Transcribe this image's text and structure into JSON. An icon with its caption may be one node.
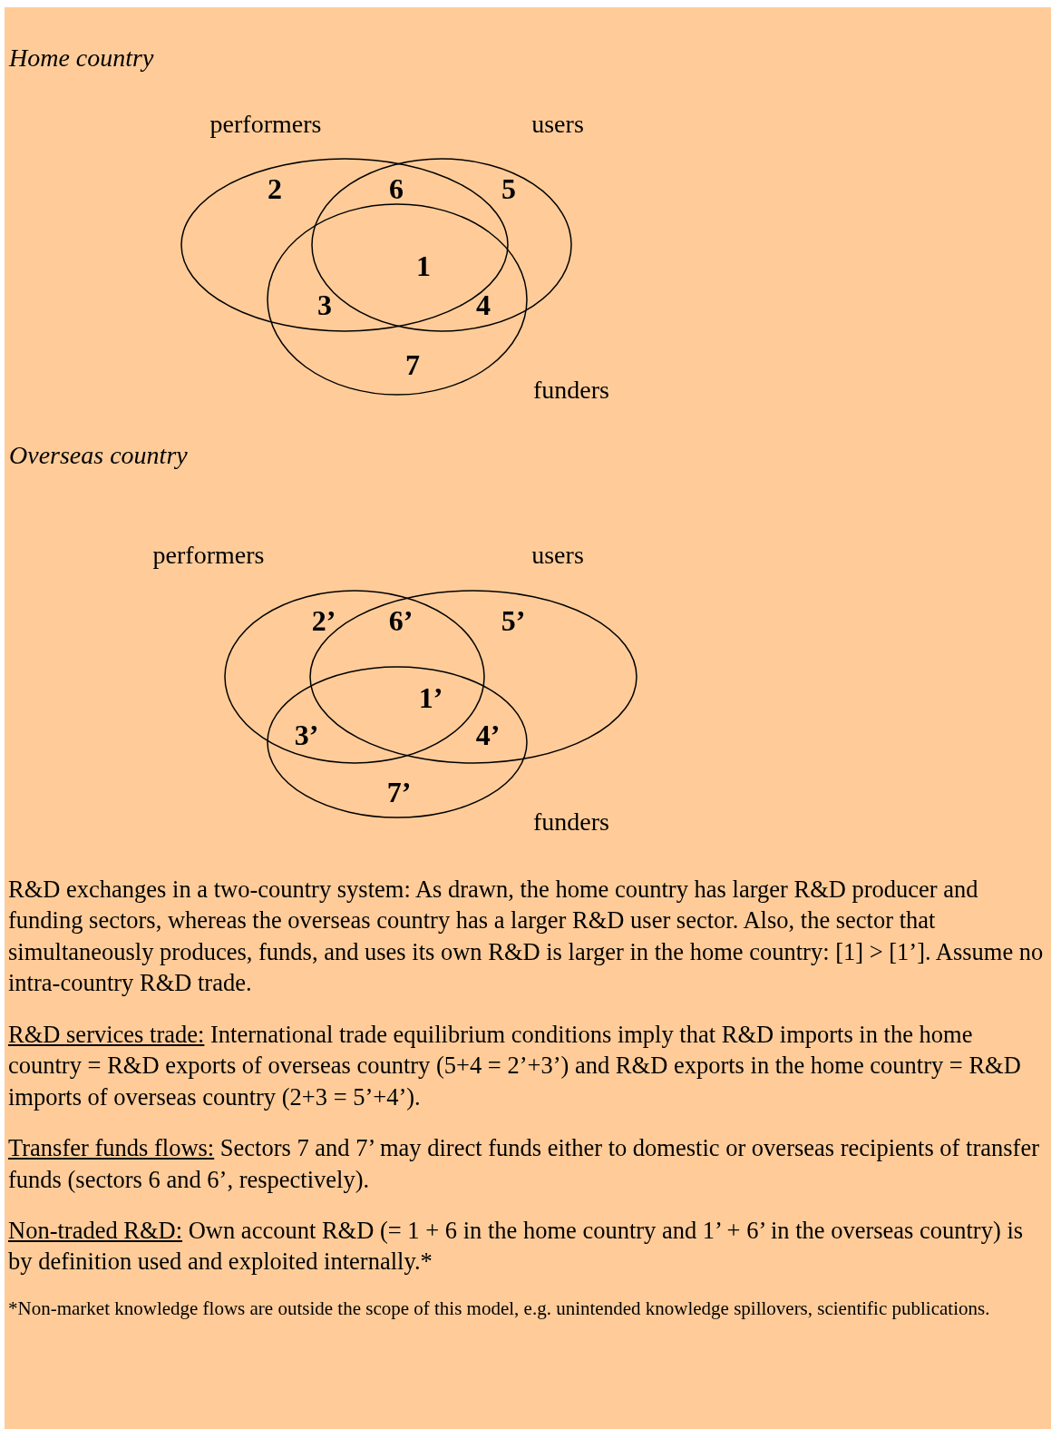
{
  "diagram": {
    "labels": [
      "Home country",
      "performers",
      "users",
      "2",
      "6",
      "5",
      "1",
      "3",
      "4",
      "7",
      "funders",
      "Overseas country",
      "performers",
      "users",
      "2’",
      "6’",
      "5’",
      "1’",
      "3’",
      "4’",
      "7’",
      "funders",
      "R&D exchanges in a two-country system: As drawn, the home country has larger R&D producer and funding sectors, whereas the overseas country has a larger R&D user sector. Also, the sector that simultaneously produces, funds, and uses its own R&D is larger in the home country: [1] > [1’]. Assume no intra-country R&D trade.",
      "R&D services trade:",
      "International trade equilibrium conditions imply that R&D imports in the home country = R&D exports of overseas country (5+4 = 2’+3’) and R&D exports in the home country = R&D imports of overseas country (2+3 = 5’+4’).",
      "Transfer funds flows:",
      "Sectors 7 and 7’ may direct funds either to domestic or overseas recipients of transfer funds (sectors 6 and 6’, respectively).",
      "Non-traded R&D:",
      "Own account R&D (= 1 + 6 in the home country and 1’ + 6’ in the overseas country) is by definition used and exploited internally.*",
      "*Non-market knowledge flows are outside the scope of this model, e.g. unintended knowledge spillovers, scientific publications."
    ]
  }
}
